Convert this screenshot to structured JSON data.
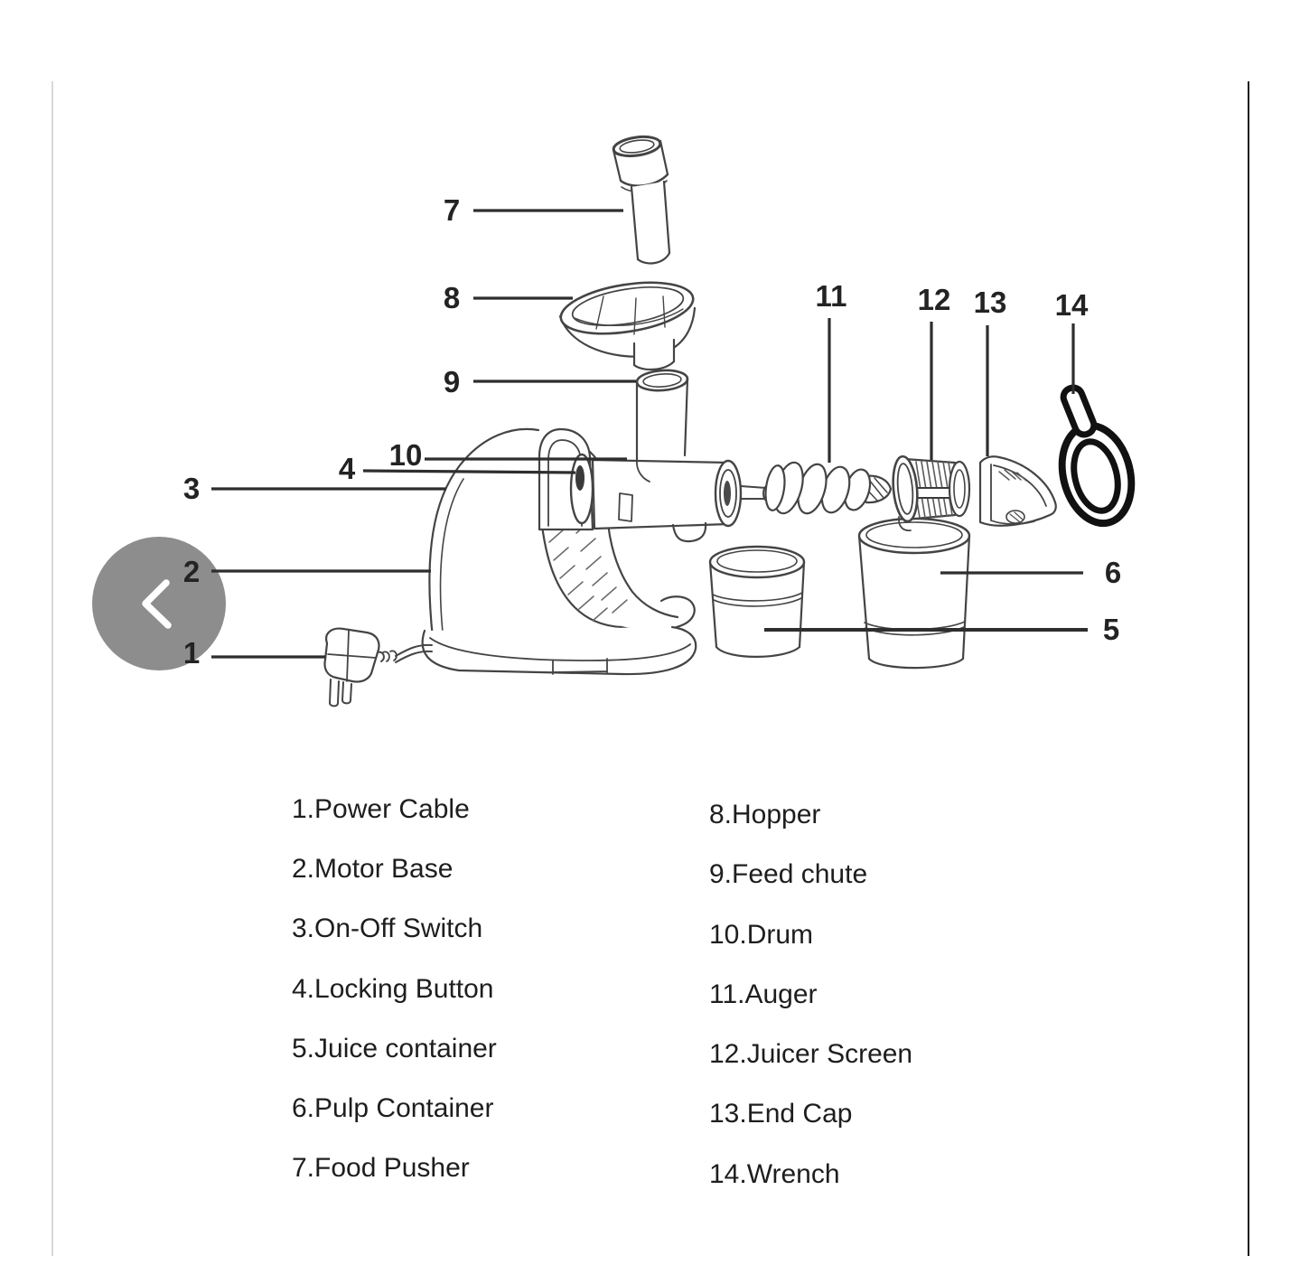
{
  "nav": {
    "back_button": {
      "icon": "chevron-left-icon",
      "background": "#8d8d8d",
      "icon_color": "#ffffff"
    }
  },
  "colors": {
    "page_background": "#ffffff",
    "card_edge_left": "#d9d9d9",
    "card_edge_right": "#1a1a1a",
    "diagram_lines": "#444444",
    "leader_lines": "#2e2e2e",
    "wrench_black": "#111111",
    "text": "#1e1e1e"
  },
  "diagram": {
    "callouts": [
      "7",
      "8",
      "9",
      "10",
      "4",
      "3",
      "2",
      "1",
      "11",
      "12",
      "13",
      "14",
      "6",
      "5"
    ]
  },
  "legend": {
    "left_column": [
      "1.Power Cable",
      "2.Motor Base",
      "3.On-Off Switch",
      "4.Locking Button",
      "5.Juice container",
      "6.Pulp Container",
      "7.Food Pusher"
    ],
    "right_column": [
      "8.Hopper",
      "9.Feed chute",
      "10.Drum",
      "11.Auger",
      "12.Juicer Screen",
      "13.End Cap",
      "14.Wrench"
    ]
  }
}
